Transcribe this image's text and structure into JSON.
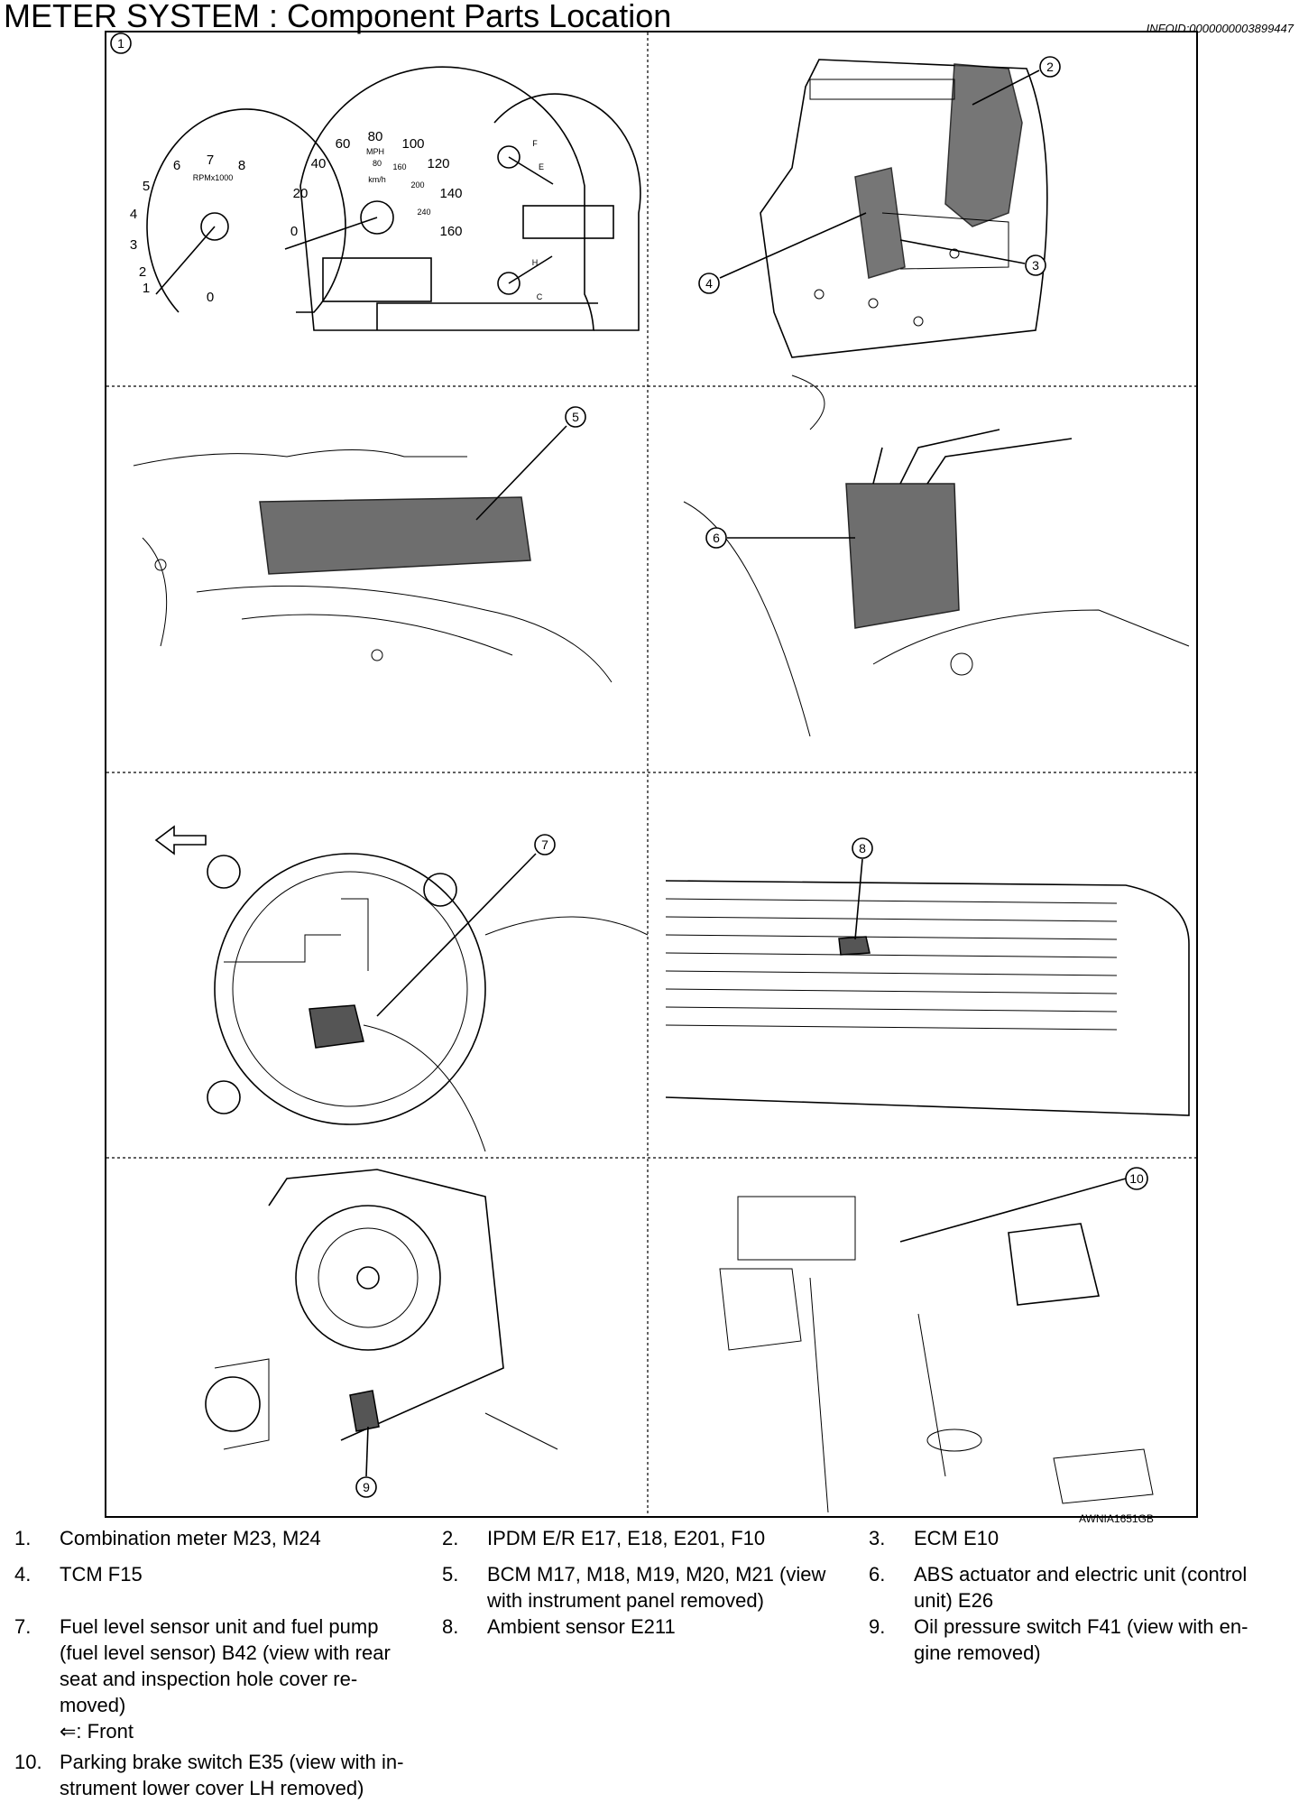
{
  "header": {
    "title": "METER SYSTEM : Component Parts Location",
    "info_id": "INFOID:0000000003899447"
  },
  "figure": {
    "figure_id": "AWNIA1651GB",
    "callouts": [
      "1",
      "2",
      "3",
      "4",
      "5",
      "6",
      "7",
      "8",
      "9",
      "10"
    ],
    "tach": {
      "numbers": [
        "1",
        "2",
        "3",
        "4",
        "5",
        "6",
        "7",
        "8",
        "0"
      ],
      "unit": "RPMx1000"
    },
    "speedo": {
      "numbers": [
        "0",
        "20",
        "40",
        "60",
        "80",
        "100",
        "120",
        "140",
        "160"
      ],
      "unit_top": "MPH",
      "unit_bottom": "km/h",
      "inner": [
        "80",
        "160",
        "200",
        "240"
      ]
    },
    "fuel": {
      "full": "F",
      "empty": "E"
    },
    "temp": {
      "hot": "H",
      "cold": "C"
    }
  },
  "legend": [
    {
      "num": "1.",
      "text": "Combination meter M23, M24"
    },
    {
      "num": "2.",
      "text": "IPDM E/R E17, E18, E201, F10"
    },
    {
      "num": "3.",
      "text": "ECM E10"
    },
    {
      "num": "4.",
      "text": "TCM F15"
    },
    {
      "num": "5.",
      "text": "BCM M17, M18, M19, M20, M21 (view",
      "text2": "with instrument panel removed)"
    },
    {
      "num": "6.",
      "text": "ABS actuator and electric unit (control",
      "text2": "unit) E26"
    },
    {
      "num": "7.",
      "text": "Fuel level sensor unit and fuel pump",
      "text2": "(fuel level sensor) B42 (view with rear",
      "text3": "seat and inspection hole cover re-",
      "text4": "moved)",
      "text5": "⇐: Front"
    },
    {
      "num": "8.",
      "text": "Ambient sensor E211"
    },
    {
      "num": "9.",
      "text": "Oil pressure switch F41 (view with en-",
      "text2": "gine removed)"
    },
    {
      "num": "10.",
      "text": "Parking brake switch E35 (view with in-",
      "text2": "strument lower cover LH removed)"
    }
  ]
}
